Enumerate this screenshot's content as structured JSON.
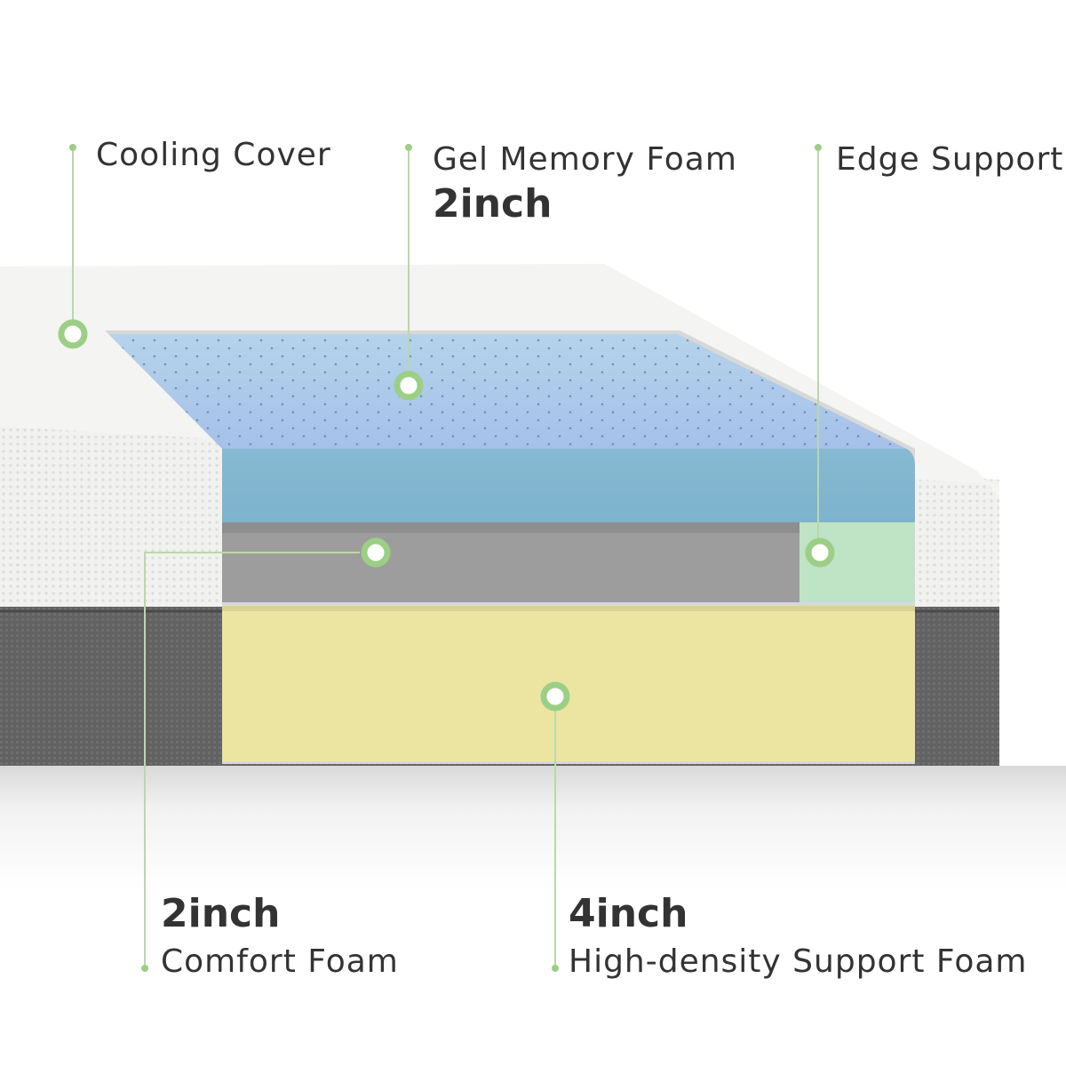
{
  "callouts": {
    "cooling_cover": {
      "name": "Cooling Cover"
    },
    "gel_memory_foam": {
      "name": "Gel Memory Foam",
      "thickness": "2inch"
    },
    "edge_support": {
      "name": "Edge Support"
    },
    "comfort_foam": {
      "name": "Comfort Foam",
      "thickness": "2inch"
    },
    "support_foam": {
      "name": "High-density Support Foam",
      "thickness": "4inch"
    }
  },
  "colors": {
    "callout_line": "#b9d8a8",
    "callout_marker": "#9ccf86",
    "cover": "#f2f2f0",
    "base_fabric": "#5f5f5f",
    "gel_foam_top": "#a9c7e6",
    "gel_foam_side": "#7fb5cf",
    "comfort_foam": "#9c9c9c",
    "edge_support": "#bfe3c5",
    "support_foam": "#ece5a2"
  }
}
